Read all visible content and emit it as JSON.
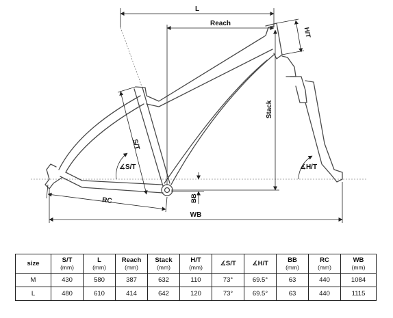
{
  "diagram": {
    "labels": {
      "L": "L",
      "reach": "Reach",
      "ht": "H/T",
      "stack": "Stack",
      "st": "S/T",
      "st_angle": "∡S/T",
      "ht_angle": "∡H/T",
      "bb": "BB",
      "rc": "RC",
      "wb": "WB"
    }
  },
  "table": {
    "headers": [
      {
        "label": "size",
        "unit": ""
      },
      {
        "label": "S/T",
        "unit": "(mm)"
      },
      {
        "label": "L",
        "unit": "(mm)"
      },
      {
        "label": "Reach",
        "unit": "(mm)"
      },
      {
        "label": "Stack",
        "unit": "(mm)"
      },
      {
        "label": "H/T",
        "unit": "(mm)"
      },
      {
        "label": "∡S/T",
        "unit": ""
      },
      {
        "label": "∡H/T",
        "unit": ""
      },
      {
        "label": "BB",
        "unit": "(mm)"
      },
      {
        "label": "RC",
        "unit": "(mm)"
      },
      {
        "label": "WB",
        "unit": "(mm)"
      }
    ],
    "rows": [
      [
        "M",
        "430",
        "580",
        "387",
        "632",
        "110",
        "73°",
        "69.5°",
        "63",
        "440",
        "1084"
      ],
      [
        "L",
        "480",
        "610",
        "414",
        "642",
        "120",
        "73°",
        "69.5°",
        "63",
        "440",
        "1115"
      ]
    ]
  }
}
